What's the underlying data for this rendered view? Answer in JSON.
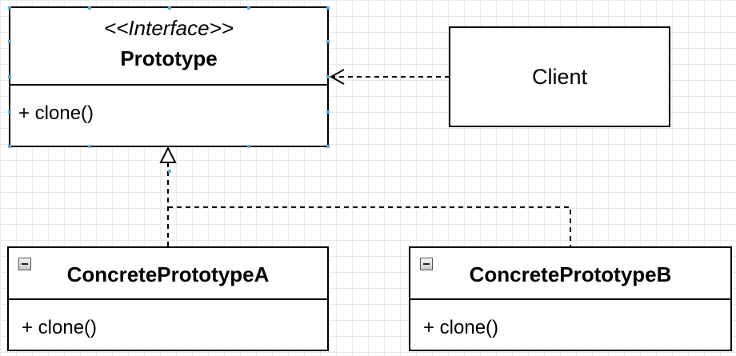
{
  "diagram": {
    "prototype": {
      "stereotype": "<<Interface>>",
      "name": "Prototype",
      "method": "+ clone()"
    },
    "client": {
      "name": "Client"
    },
    "concrete_a": {
      "name": "ConcretePrototypeA",
      "method": "+ clone()"
    },
    "concrete_b": {
      "name": "ConcretePrototypeB",
      "method": "+ clone()"
    },
    "relations": [
      {
        "type": "dependency",
        "from": "Client",
        "to": "Prototype"
      },
      {
        "type": "realization",
        "from": "ConcretePrototypeA",
        "to": "Prototype"
      },
      {
        "type": "realization",
        "from": "ConcretePrototypeB",
        "to": "Prototype"
      }
    ],
    "colors": {
      "grid": "#e9e9e9",
      "line": "#000000",
      "selection_handle": "#56a8e0"
    },
    "icons": {
      "collapse": "minus-box-icon"
    }
  }
}
